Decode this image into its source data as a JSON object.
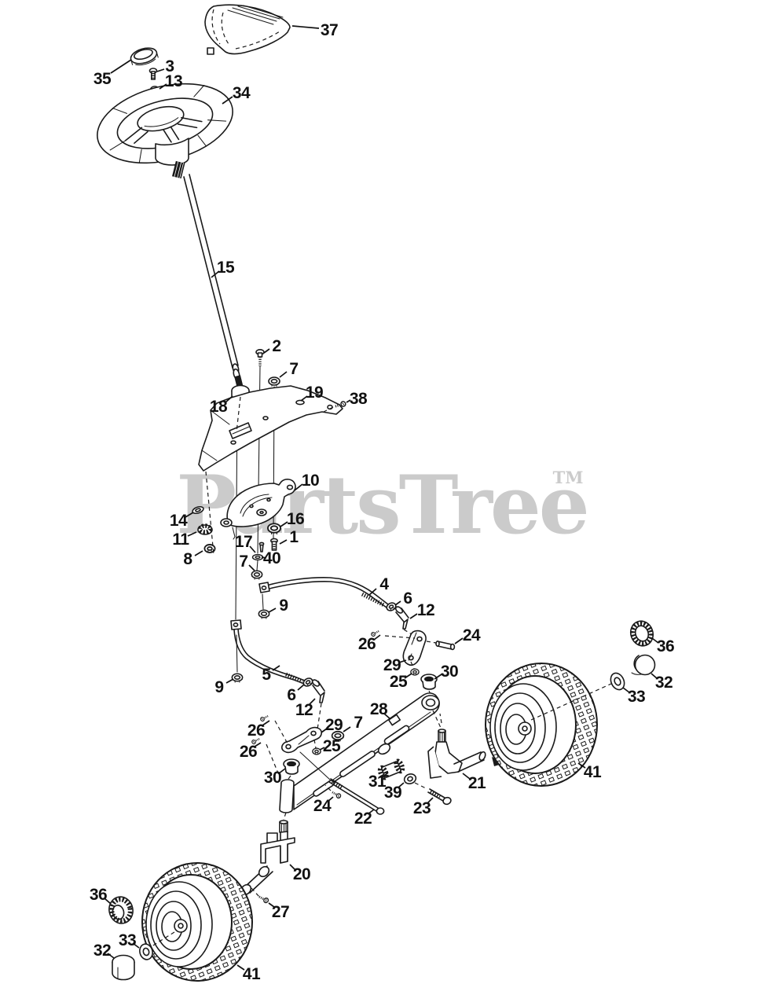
{
  "watermark": {
    "text": "PartsTree",
    "tm": "TM",
    "color": "#cbcbcb"
  },
  "diagram": {
    "line_color": "#1a1a1a",
    "background": "#ffffff"
  },
  "callouts": [
    {
      "n": "37",
      "label": [
        419,
        38
      ],
      "leader": [
        406,
        36,
        372,
        33
      ]
    },
    {
      "n": "35",
      "label": [
        130,
        100
      ],
      "leader": [
        141,
        93,
        167,
        76
      ]
    },
    {
      "n": "3",
      "label": [
        216,
        84
      ],
      "leader": [
        209,
        88,
        200,
        91
      ]
    },
    {
      "n": "13",
      "label": [
        221,
        103
      ],
      "leader": [
        212,
        107,
        203,
        113
      ]
    },
    {
      "n": "34",
      "label": [
        307,
        118
      ],
      "leader": [
        296,
        123,
        283,
        132
      ]
    },
    {
      "n": "15",
      "label": [
        287,
        340
      ],
      "leader": [
        279,
        345,
        269,
        353
      ]
    },
    {
      "n": "2",
      "label": [
        352,
        440
      ],
      "leader": [
        343,
        444,
        336,
        449
      ]
    },
    {
      "n": "7",
      "label": [
        374,
        469
      ],
      "leader": [
        365,
        473,
        356,
        480
      ]
    },
    {
      "n": "18",
      "label": [
        278,
        517
      ],
      "leader": [
        287,
        512,
        296,
        504
      ]
    },
    {
      "n": "19",
      "label": [
        400,
        499
      ],
      "leader": [
        391,
        504,
        383,
        510
      ]
    },
    {
      "n": "38",
      "label": [
        456,
        507
      ],
      "leader": [
        446,
        509,
        441,
        512
      ]
    },
    {
      "n": "10",
      "label": [
        395,
        611
      ],
      "leader": [
        385,
        616,
        375,
        624
      ]
    },
    {
      "n": "14",
      "label": [
        227,
        662
      ],
      "leader": [
        236,
        658,
        246,
        652
      ]
    },
    {
      "n": "11",
      "label": [
        230,
        686
      ],
      "leader": [
        239,
        682,
        250,
        677
      ]
    },
    {
      "n": "8",
      "label": [
        239,
        711
      ],
      "leader": [
        248,
        707,
        258,
        701
      ]
    },
    {
      "n": "16",
      "label": [
        376,
        660
      ],
      "leader": [
        366,
        664,
        357,
        670
      ]
    },
    {
      "n": "1",
      "label": [
        374,
        683
      ],
      "leader": [
        365,
        687,
        356,
        692
      ]
    },
    {
      "n": "17",
      "label": [
        310,
        689
      ],
      "leader": [
        318,
        695,
        325,
        703
      ]
    },
    {
      "n": "40",
      "label": [
        346,
        710
      ],
      "leader": [
        339,
        710,
        333,
        709
      ]
    },
    {
      "n": "7",
      "label": [
        310,
        714
      ],
      "leader": [
        317,
        719,
        324,
        726
      ]
    },
    {
      "n": "4",
      "label": [
        489,
        743
      ],
      "leader": [
        479,
        749,
        470,
        757
      ]
    },
    {
      "n": "9",
      "label": [
        361,
        770
      ],
      "leader": [
        351,
        774,
        342,
        779
      ]
    },
    {
      "n": "6",
      "label": [
        519,
        761
      ],
      "leader": [
        510,
        765,
        503,
        770
      ]
    },
    {
      "n": "12",
      "label": [
        542,
        776
      ],
      "leader": [
        531,
        781,
        522,
        787
      ]
    },
    {
      "n": "26",
      "label": [
        467,
        819
      ],
      "leader": [
        476,
        814,
        484,
        808
      ]
    },
    {
      "n": "24",
      "label": [
        600,
        808
      ],
      "leader": [
        589,
        812,
        579,
        819
      ]
    },
    {
      "n": "29",
      "label": [
        499,
        846
      ],
      "leader": [
        508,
        843,
        517,
        840
      ]
    },
    {
      "n": "25",
      "label": [
        507,
        867
      ],
      "leader": [
        515,
        863,
        524,
        857
      ]
    },
    {
      "n": "30",
      "label": [
        572,
        854
      ],
      "leader": [
        562,
        858,
        553,
        864
      ]
    },
    {
      "n": "5",
      "label": [
        339,
        858
      ],
      "leader": [
        347,
        853,
        356,
        847
      ]
    },
    {
      "n": "9",
      "label": [
        279,
        874
      ],
      "leader": [
        288,
        869,
        297,
        864
      ]
    },
    {
      "n": "6",
      "label": [
        371,
        884
      ],
      "leader": [
        379,
        878,
        387,
        871
      ]
    },
    {
      "n": "12",
      "label": [
        387,
        903
      ],
      "leader": [
        394,
        896,
        401,
        889
      ]
    },
    {
      "n": "26",
      "label": [
        326,
        929
      ],
      "leader": [
        334,
        923,
        343,
        917
      ]
    },
    {
      "n": "26",
      "label": [
        316,
        956
      ],
      "leader": [
        324,
        950,
        332,
        945
      ]
    },
    {
      "n": "29",
      "label": [
        425,
        922
      ],
      "leader": [
        416,
        927,
        409,
        932
      ]
    },
    {
      "n": "7",
      "label": [
        456,
        919
      ],
      "leader": [
        446,
        925,
        437,
        931
      ]
    },
    {
      "n": "25",
      "label": [
        422,
        949
      ],
      "leader": [
        413,
        951,
        407,
        954
      ]
    },
    {
      "n": "28",
      "label": [
        482,
        902
      ],
      "leader": [
        489,
        908,
        497,
        915
      ]
    },
    {
      "n": "30",
      "label": [
        347,
        989
      ],
      "leader": [
        355,
        984,
        363,
        978
      ]
    },
    {
      "n": "31",
      "label": [
        480,
        994
      ],
      "leader": [
        487,
        989,
        494,
        983
      ]
    },
    {
      "n": "39",
      "label": [
        500,
        1008
      ],
      "leader": [
        507,
        1002,
        514,
        996
      ]
    },
    {
      "n": "23",
      "label": [
        537,
        1028
      ],
      "leader": [
        544,
        1022,
        551,
        1015
      ]
    },
    {
      "n": "22",
      "label": [
        462,
        1041
      ],
      "leader": [
        468,
        1036,
        476,
        1030
      ]
    },
    {
      "n": "24",
      "label": [
        410,
        1025
      ],
      "leader": [
        417,
        1020,
        424,
        1014
      ]
    },
    {
      "n": "21",
      "label": [
        607,
        996
      ],
      "leader": [
        598,
        991,
        589,
        984
      ]
    },
    {
      "n": "36",
      "label": [
        847,
        822
      ],
      "leader": [
        838,
        818,
        830,
        812
      ]
    },
    {
      "n": "32",
      "label": [
        845,
        868
      ],
      "leader": [
        836,
        863,
        829,
        857
      ]
    },
    {
      "n": "33",
      "label": [
        810,
        886
      ],
      "leader": [
        801,
        881,
        793,
        875
      ]
    },
    {
      "n": "41",
      "label": [
        754,
        982
      ],
      "leader": [
        745,
        977,
        736,
        971
      ]
    },
    {
      "n": "20",
      "label": [
        384,
        1112
      ],
      "leader": [
        376,
        1107,
        369,
        1100
      ]
    },
    {
      "n": "27",
      "label": [
        357,
        1160
      ],
      "leader": [
        349,
        1154,
        342,
        1149
      ]
    },
    {
      "n": "36",
      "label": [
        125,
        1138
      ],
      "leader": [
        133,
        1143,
        141,
        1150
      ]
    },
    {
      "n": "33",
      "label": [
        162,
        1196
      ],
      "leader": [
        169,
        1200,
        177,
        1206
      ]
    },
    {
      "n": "32",
      "label": [
        130,
        1209
      ],
      "leader": [
        137,
        1213,
        145,
        1219
      ]
    },
    {
      "n": "41",
      "label": [
        320,
        1239
      ],
      "leader": [
        311,
        1234,
        302,
        1228
      ]
    }
  ]
}
